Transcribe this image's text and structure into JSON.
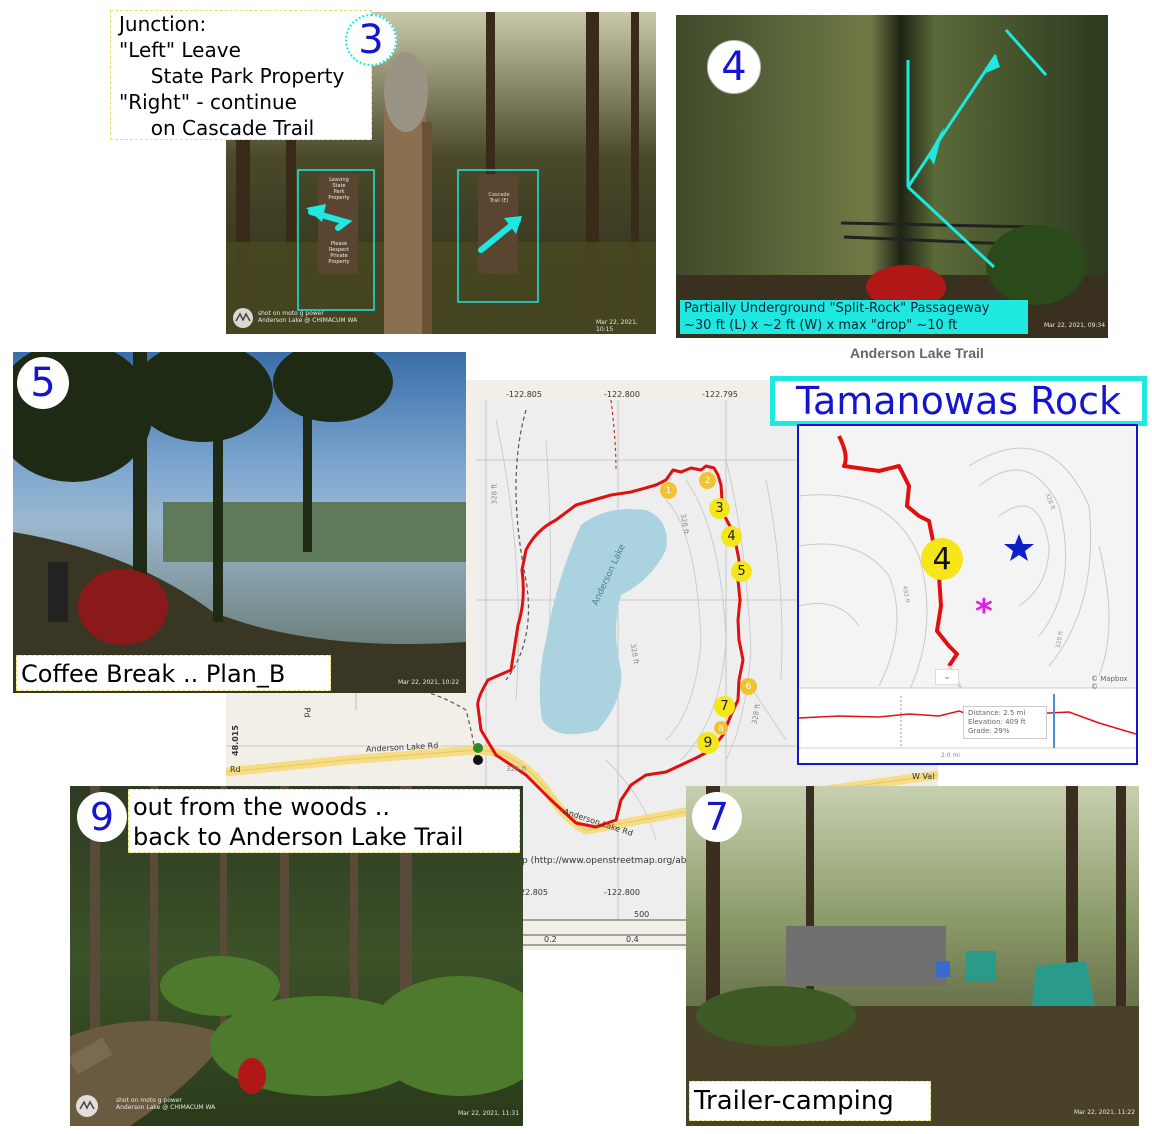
{
  "page_title": "Anderson Lake Trail",
  "photo3": {
    "number": "3",
    "caption_lines": [
      "Junction:",
      "\"Left\" Leave",
      "     State Park Property",
      "\"Right\" - continue",
      "     on Cascade Trail"
    ],
    "sign_left": [
      "Leaving",
      "State",
      "Park",
      "Property",
      "Please",
      "Respect",
      "Private",
      "Property"
    ],
    "sign_right": [
      "Cascade",
      "Trail (E)"
    ],
    "stamp_lines": [
      "shot on moto g power",
      "Anderson Lake @ CHIMACUM WA"
    ],
    "date": "Mar 22, 2021, 10:15"
  },
  "photo4": {
    "number": "4",
    "caption_lines": [
      "Partially Underground \"Split-Rock\" Passageway",
      "~30 ft (L) x ~2 ft (W) x max \"drop\" ~10 ft"
    ],
    "date": "Mar 22, 2021, 09:34"
  },
  "photo5": {
    "number": "5",
    "caption": "Coffee Break .. Plan_B",
    "date": "Mar 22, 2021, 10:22"
  },
  "map": {
    "top_ticks": [
      "-122.805",
      "-122.800",
      "-122.795"
    ],
    "bottom_ticks": [
      "-122.805",
      "-122.800"
    ],
    "lat_tick": "48.015",
    "lake_label": "Anderson Lake",
    "road_label_1": "Anderson Lake Rd",
    "road_label_2": "Anderson Lake Rd",
    "road_label_3": "W Val",
    "road_label_4": "Rd",
    "contour_labels": [
      "328 ft",
      "328 ft",
      "328 ft",
      "328 ft",
      "328 ft"
    ],
    "side_road_label": "Pd",
    "attribution": "p (http://www.openstreetmap.org/abo",
    "scale_top": "500",
    "scale_bottom": [
      "0.2",
      "0.4"
    ],
    "markers": [
      "1",
      "2",
      "3",
      "4",
      "5",
      "6",
      "7",
      "8",
      "9"
    ]
  },
  "inset": {
    "title": "Tamanowas Rock",
    "marker": "4",
    "asterisk": "*",
    "attribution": "© Mapbox ©",
    "contour_labels": [
      "328 ft",
      "492 ft",
      "328 ft"
    ],
    "tooltip": [
      "Distance: 2.5 mi",
      "Elevation: 409 ft",
      "Grade: 29%"
    ],
    "axis_label": "2.0 mi"
  },
  "photo9": {
    "number": "9",
    "caption_lines": [
      "out from the woods ..",
      "back to Anderson Lake Trail"
    ],
    "stamp_lines": [
      "shot on moto g power",
      "Anderson Lake @ CHIMACUM WA"
    ],
    "date": "Mar 22, 2021, 11:31"
  },
  "photo7": {
    "number": "7",
    "caption": "Trailer-camping",
    "date": "Mar 22, 2021, 11:22"
  },
  "colors": {
    "number_blue": "#1515d0",
    "cyan_accent": "#1ee8e0",
    "trail_red": "#e01010",
    "marker_yellow": "#f5e61a",
    "lake_blue": "#aad3df",
    "star_blue": "#1020c8",
    "asterisk_magenta": "#e020e0"
  },
  "icons": [
    "motorola-logo-icon",
    "star-icon",
    "trailhead-pin-icon",
    "chevron-down-icon"
  ]
}
